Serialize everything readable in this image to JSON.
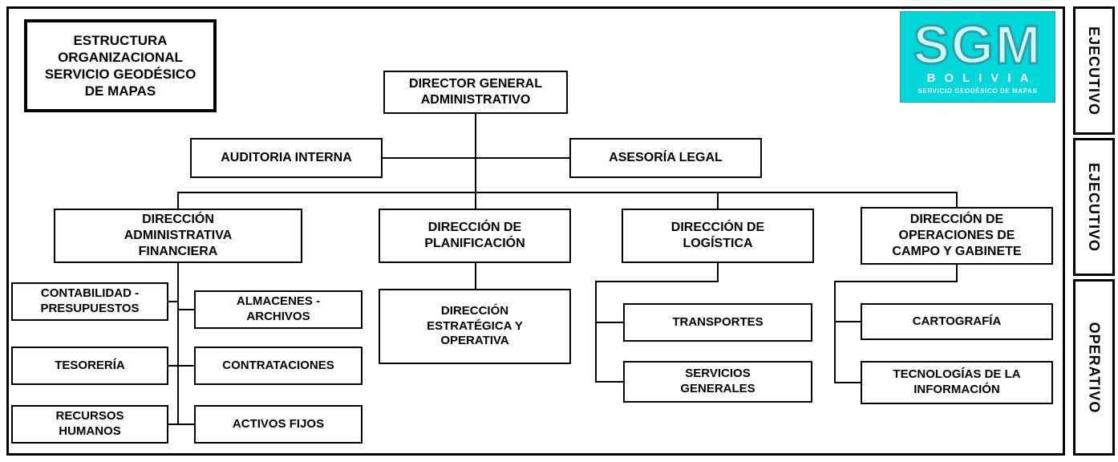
{
  "header": {
    "title": "ESTRUCTURA ORGANIZACIONAL SERVICIO GEODÉSICO DE MAPAS"
  },
  "logo": {
    "acronym": "SGM",
    "country": "BOLIVIA",
    "tagline": "SERVICIO GEODÉSICO DE MAPAS",
    "background_color": "#00d8dc"
  },
  "side_labels": {
    "top": "EJECUTIVO",
    "middle": "EJECUTIVO",
    "bottom": "OPERATIVO"
  },
  "nodes": {
    "director_general": "DIRECTOR GENERAL ADMINISTRATIVO",
    "auditoria_interna": "AUDITORIA INTERNA",
    "asesoria_legal": "ASESORÍA LEGAL",
    "dir_admin_financiera": "DIRECCIÓN ADMINISTRATIVA FINANCIERA",
    "dir_planificacion": "DIRECCIÓN DE PLANIFICACIÓN",
    "dir_logistica": "DIRECCIÓN DE LOGÍSTICA",
    "dir_operaciones": "DIRECCIÓN DE OPERACIONES DE CAMPO Y GABINETE",
    "contabilidad": "CONTABILIDAD - PRESUPUESTOS",
    "tesoreria": "TESORERÍA",
    "recursos_humanos": "RECURSOS HUMANOS",
    "almacenes": "ALMACENES - ARCHIVOS",
    "contrataciones": "CONTRATACIONES",
    "activos_fijos": "ACTIVOS FIJOS",
    "dir_estrategica": "DIRECCIÓN ESTRATÉGICA Y OPERATIVA",
    "transportes": "TRANSPORTES",
    "servicios_generales": "SERVICIOS GENERALES",
    "cartografia": "CARTOGRAFÍA",
    "tecnologias_informacion": "TECNOLOGÍAS DE LA INFORMACIÓN"
  },
  "colors": {
    "line": "#000000",
    "background": "#ffffff"
  }
}
